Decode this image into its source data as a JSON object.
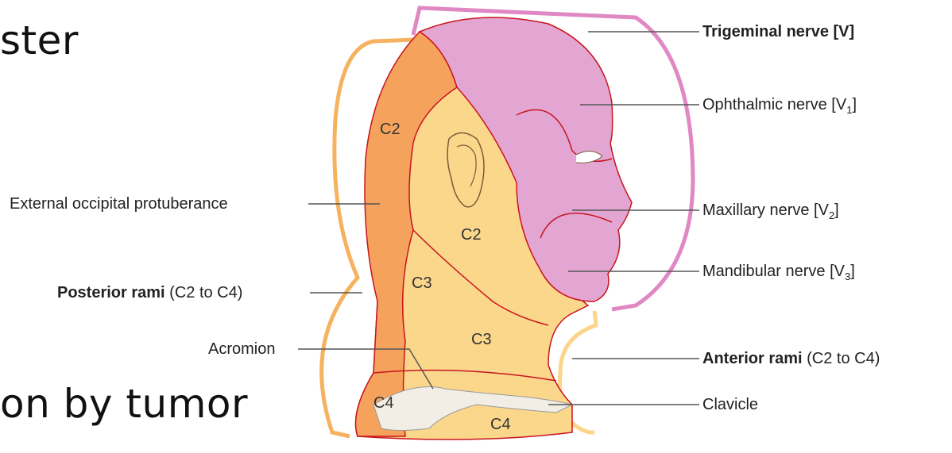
{
  "slide": {
    "fragment_top": "ster",
    "fragment_bottom": "on by tumor"
  },
  "labels": {
    "trigeminal": "Trigeminal nerve [V]",
    "ophthalmic": "Ophthalmic nerve [V",
    "ophthalmic_sub": "1",
    "maxillary": "Maxillary nerve [V",
    "maxillary_sub": "2",
    "mandibular": "Mandibular nerve [V",
    "mandibular_sub": "3",
    "bracket_close": "]",
    "anterior_bold": "Anterior rami",
    "anterior_rest": " (C2 to C4)",
    "clavicle": "Clavicle",
    "ext_occipital": "External occipital protuberance",
    "posterior_bold": "Posterior rami",
    "posterior_rest": " (C2 to C4)",
    "acromion": "Acromion"
  },
  "segments": {
    "c2_back": "C2",
    "c2_neck": "C2",
    "c3_back": "C3",
    "c3_front": "C3",
    "c4_left": "C4",
    "c4_right": "C4"
  },
  "colors": {
    "trigeminal": "#e3a6d3",
    "posterior": "#f5a35c",
    "anterior": "#fbd78c",
    "border": "#c8141e",
    "bracket_trigeminal": "#e088c4",
    "bracket_posterior": "#f7b25f",
    "bracket_anterior": "#fbd58a"
  }
}
